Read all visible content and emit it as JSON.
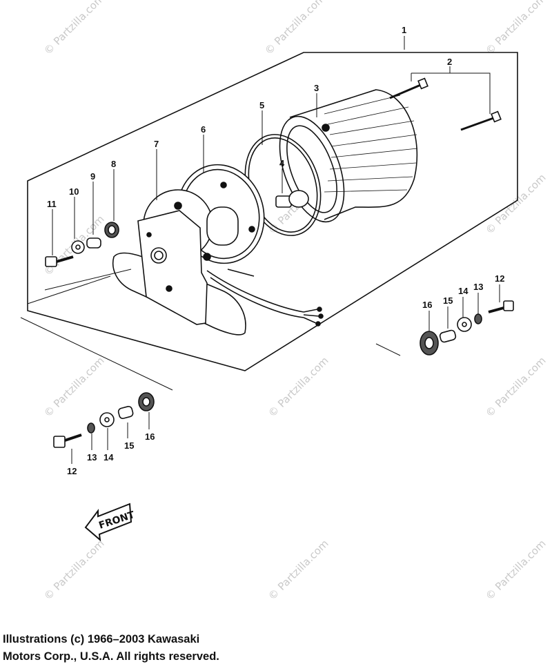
{
  "watermark": "© Partzilla.com",
  "front_label": "FRONT",
  "callouts": {
    "c1": "1",
    "c2": "2",
    "c3": "3",
    "c4": "4",
    "c5": "5",
    "c6": "6",
    "c7": "7",
    "c8": "8",
    "c9": "9",
    "c10": "10",
    "c11": "11",
    "c12a": "12",
    "c13a": "13",
    "c14a": "14",
    "c15a": "15",
    "c16a": "16",
    "c12b": "12",
    "c13b": "13",
    "c14b": "14",
    "c15b": "15",
    "c16b": "16"
  },
  "copyright": {
    "line1": "Illustrations (c) 1966–2003 Kawasaki",
    "line2": "Motors Corp., U.S.A.  All rights reserved."
  }
}
